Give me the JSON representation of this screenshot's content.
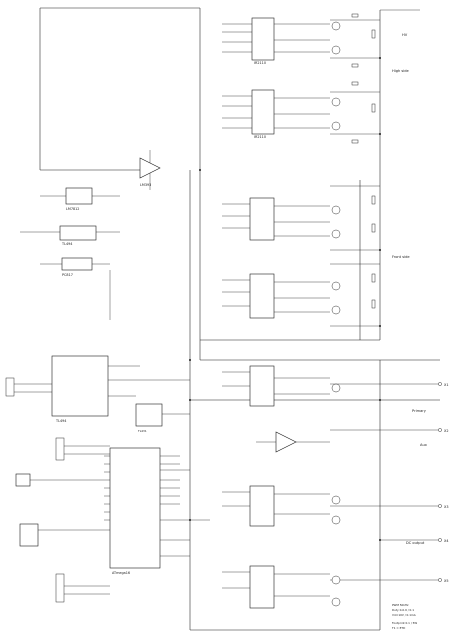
{
  "sections": {
    "high_side": "High side",
    "hv_net": "HV",
    "front_side": "Front side",
    "prim_prot": "Primary",
    "aux_out": "Aux",
    "low_out": "DC output"
  },
  "notes": {
    "line1": "PWM 50kHz",
    "line2": "Duty 0-0.9 / 0.1",
    "line3": "Vdd 10V / 0.1mA",
    "line4": "Footprint 0.1 / 5W",
    "line5": "T1 = ETD"
  },
  "ic_labels": {
    "driver": "IR2110",
    "regulator": "LM7812",
    "mcu": "ATmega16",
    "opto": "PC817",
    "comparator": "LM393",
    "timer": "TL494",
    "ref": "TL431"
  },
  "connectors": {
    "p1": "X1",
    "p2": "X2",
    "p3": "X3",
    "p4": "X4",
    "p5": "X5"
  },
  "colors": {
    "wire": "#1a1a1a",
    "background": "#ffffff"
  }
}
